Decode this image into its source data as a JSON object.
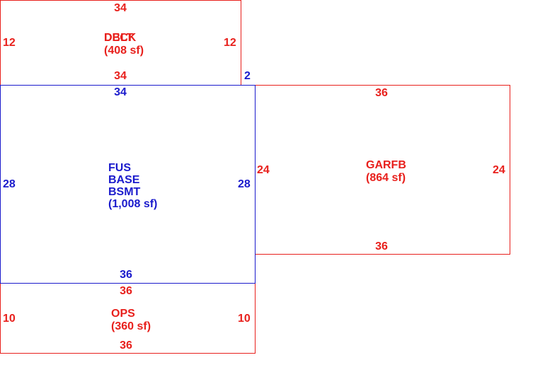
{
  "colors": {
    "red": "#e8201c",
    "blue": "#1a1acc"
  },
  "deck": {
    "label_a": "DECK",
    "label_b": "DBLT",
    "area": "(408 sf)",
    "top": "34",
    "bottom": "34",
    "left": "12",
    "right": "12",
    "offset": "2"
  },
  "main": {
    "line1": "FUS",
    "line2": "BASE",
    "line3": "BSMT",
    "area": "(1,008 sf)",
    "top": "34",
    "bottom": "36",
    "left": "28",
    "right": "28"
  },
  "garage": {
    "label": "GARFB",
    "area": "(864 sf)",
    "top": "36",
    "bottom": "36",
    "left": "24",
    "right": "24"
  },
  "porch": {
    "label": "OPS",
    "area": "(360 sf)",
    "top": "36",
    "bottom": "36",
    "left": "10",
    "right": "10"
  }
}
